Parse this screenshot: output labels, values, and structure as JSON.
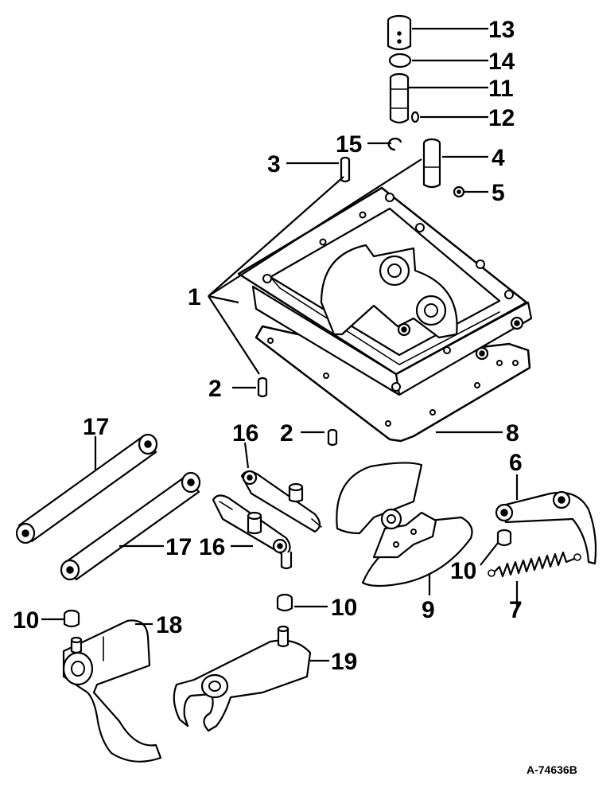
{
  "diagram": {
    "callouts": [
      {
        "id": "c13",
        "text": "13"
      },
      {
        "id": "c14",
        "text": "14"
      },
      {
        "id": "c11",
        "text": "11"
      },
      {
        "id": "c12",
        "text": "12"
      },
      {
        "id": "c15",
        "text": "15"
      },
      {
        "id": "c3",
        "text": "3"
      },
      {
        "id": "c4",
        "text": "4"
      },
      {
        "id": "c5",
        "text": "5"
      },
      {
        "id": "c1",
        "text": "1"
      },
      {
        "id": "c2a",
        "text": "2"
      },
      {
        "id": "c2b",
        "text": "2"
      },
      {
        "id": "c16a",
        "text": "16"
      },
      {
        "id": "c8",
        "text": "8"
      },
      {
        "id": "c17a",
        "text": "17"
      },
      {
        "id": "c6",
        "text": "6"
      },
      {
        "id": "c16b",
        "text": "16"
      },
      {
        "id": "c17b",
        "text": "17"
      },
      {
        "id": "c10a",
        "text": "10"
      },
      {
        "id": "c9",
        "text": "9"
      },
      {
        "id": "c7",
        "text": "7"
      },
      {
        "id": "c10b",
        "text": "10"
      },
      {
        "id": "c10c",
        "text": "10"
      },
      {
        "id": "c18",
        "text": "18"
      },
      {
        "id": "c19",
        "text": "19"
      }
    ],
    "drawing_number": "A-74636B"
  }
}
